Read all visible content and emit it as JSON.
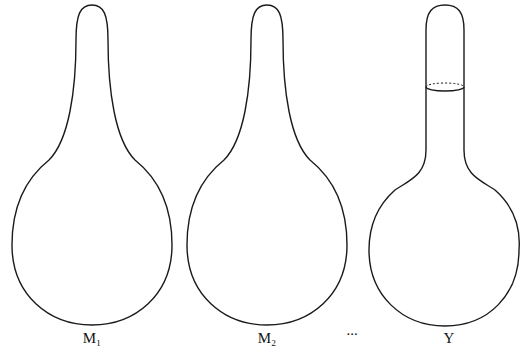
{
  "diagram": {
    "labels": [
      "M₁",
      "M₂",
      "...",
      "Y"
    ]
  }
}
